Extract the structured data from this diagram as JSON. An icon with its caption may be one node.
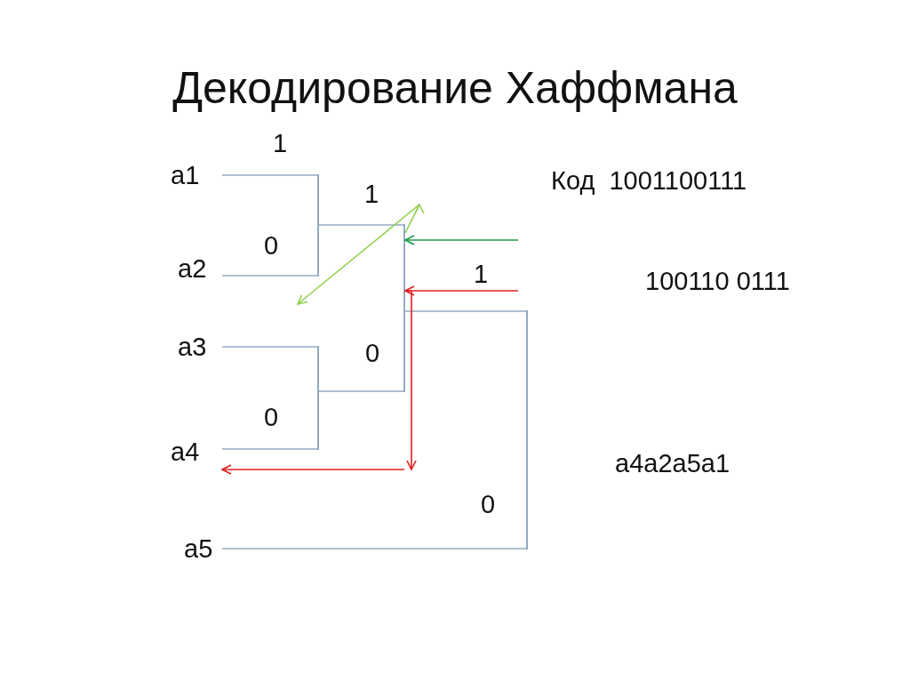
{
  "diagram": {
    "title": "Декодирование Хаффмана",
    "nodes": [
      {
        "text": [
          "a1"
        ]
      },
      {
        "text": [
          "a2"
        ]
      },
      {
        "text": [
          "a3"
        ]
      },
      {
        "text": [
          "a4"
        ]
      },
      {
        "text": [
          "a5"
        ]
      },
      {
        "text": [],
        "shape": "bar"
      },
      {
        "text": [],
        "shape": "bar"
      },
      {
        "text": [],
        "shape": "bar"
      },
      {
        "text": [],
        "shape": "bar"
      }
    ],
    "edges": [
      {
        "from": 0,
        "to": 5,
        "arrow": "none",
        "label": "1"
      },
      {
        "from": 1,
        "to": 5,
        "arrow": "none",
        "label": "0"
      },
      {
        "from": 5,
        "to": 6,
        "arrow": "none",
        "label": "1"
      },
      {
        "from": 2,
        "to": 7,
        "arrow": "none"
      },
      {
        "from": 3,
        "to": 7,
        "arrow": "none",
        "label": "0"
      },
      {
        "from": 7,
        "to": 6,
        "arrow": "none",
        "label": "0"
      },
      {
        "from": 6,
        "to": 8,
        "arrow": "none",
        "label": "1"
      },
      {
        "from": 4,
        "to": 8,
        "arrow": "none",
        "label": "0"
      },
      {
        "from": null,
        "to": 6,
        "arrow": "to",
        "color": "#1e9e4a"
      },
      {
        "from": 6,
        "to": null,
        "arrow": "to",
        "color": "#92d050"
      },
      {
        "from": null,
        "to": 6,
        "arrow": "to",
        "color": "#e02020"
      },
      {
        "from": 6,
        "to": null,
        "arrow": "to",
        "color": "#e02020"
      },
      {
        "from": null,
        "to": 3,
        "arrow": "to",
        "color": "#e02020"
      }
    ],
    "labels": [
      "Код  1001100111",
      "100110 0111",
      "a4a2a5a1"
    ]
  }
}
